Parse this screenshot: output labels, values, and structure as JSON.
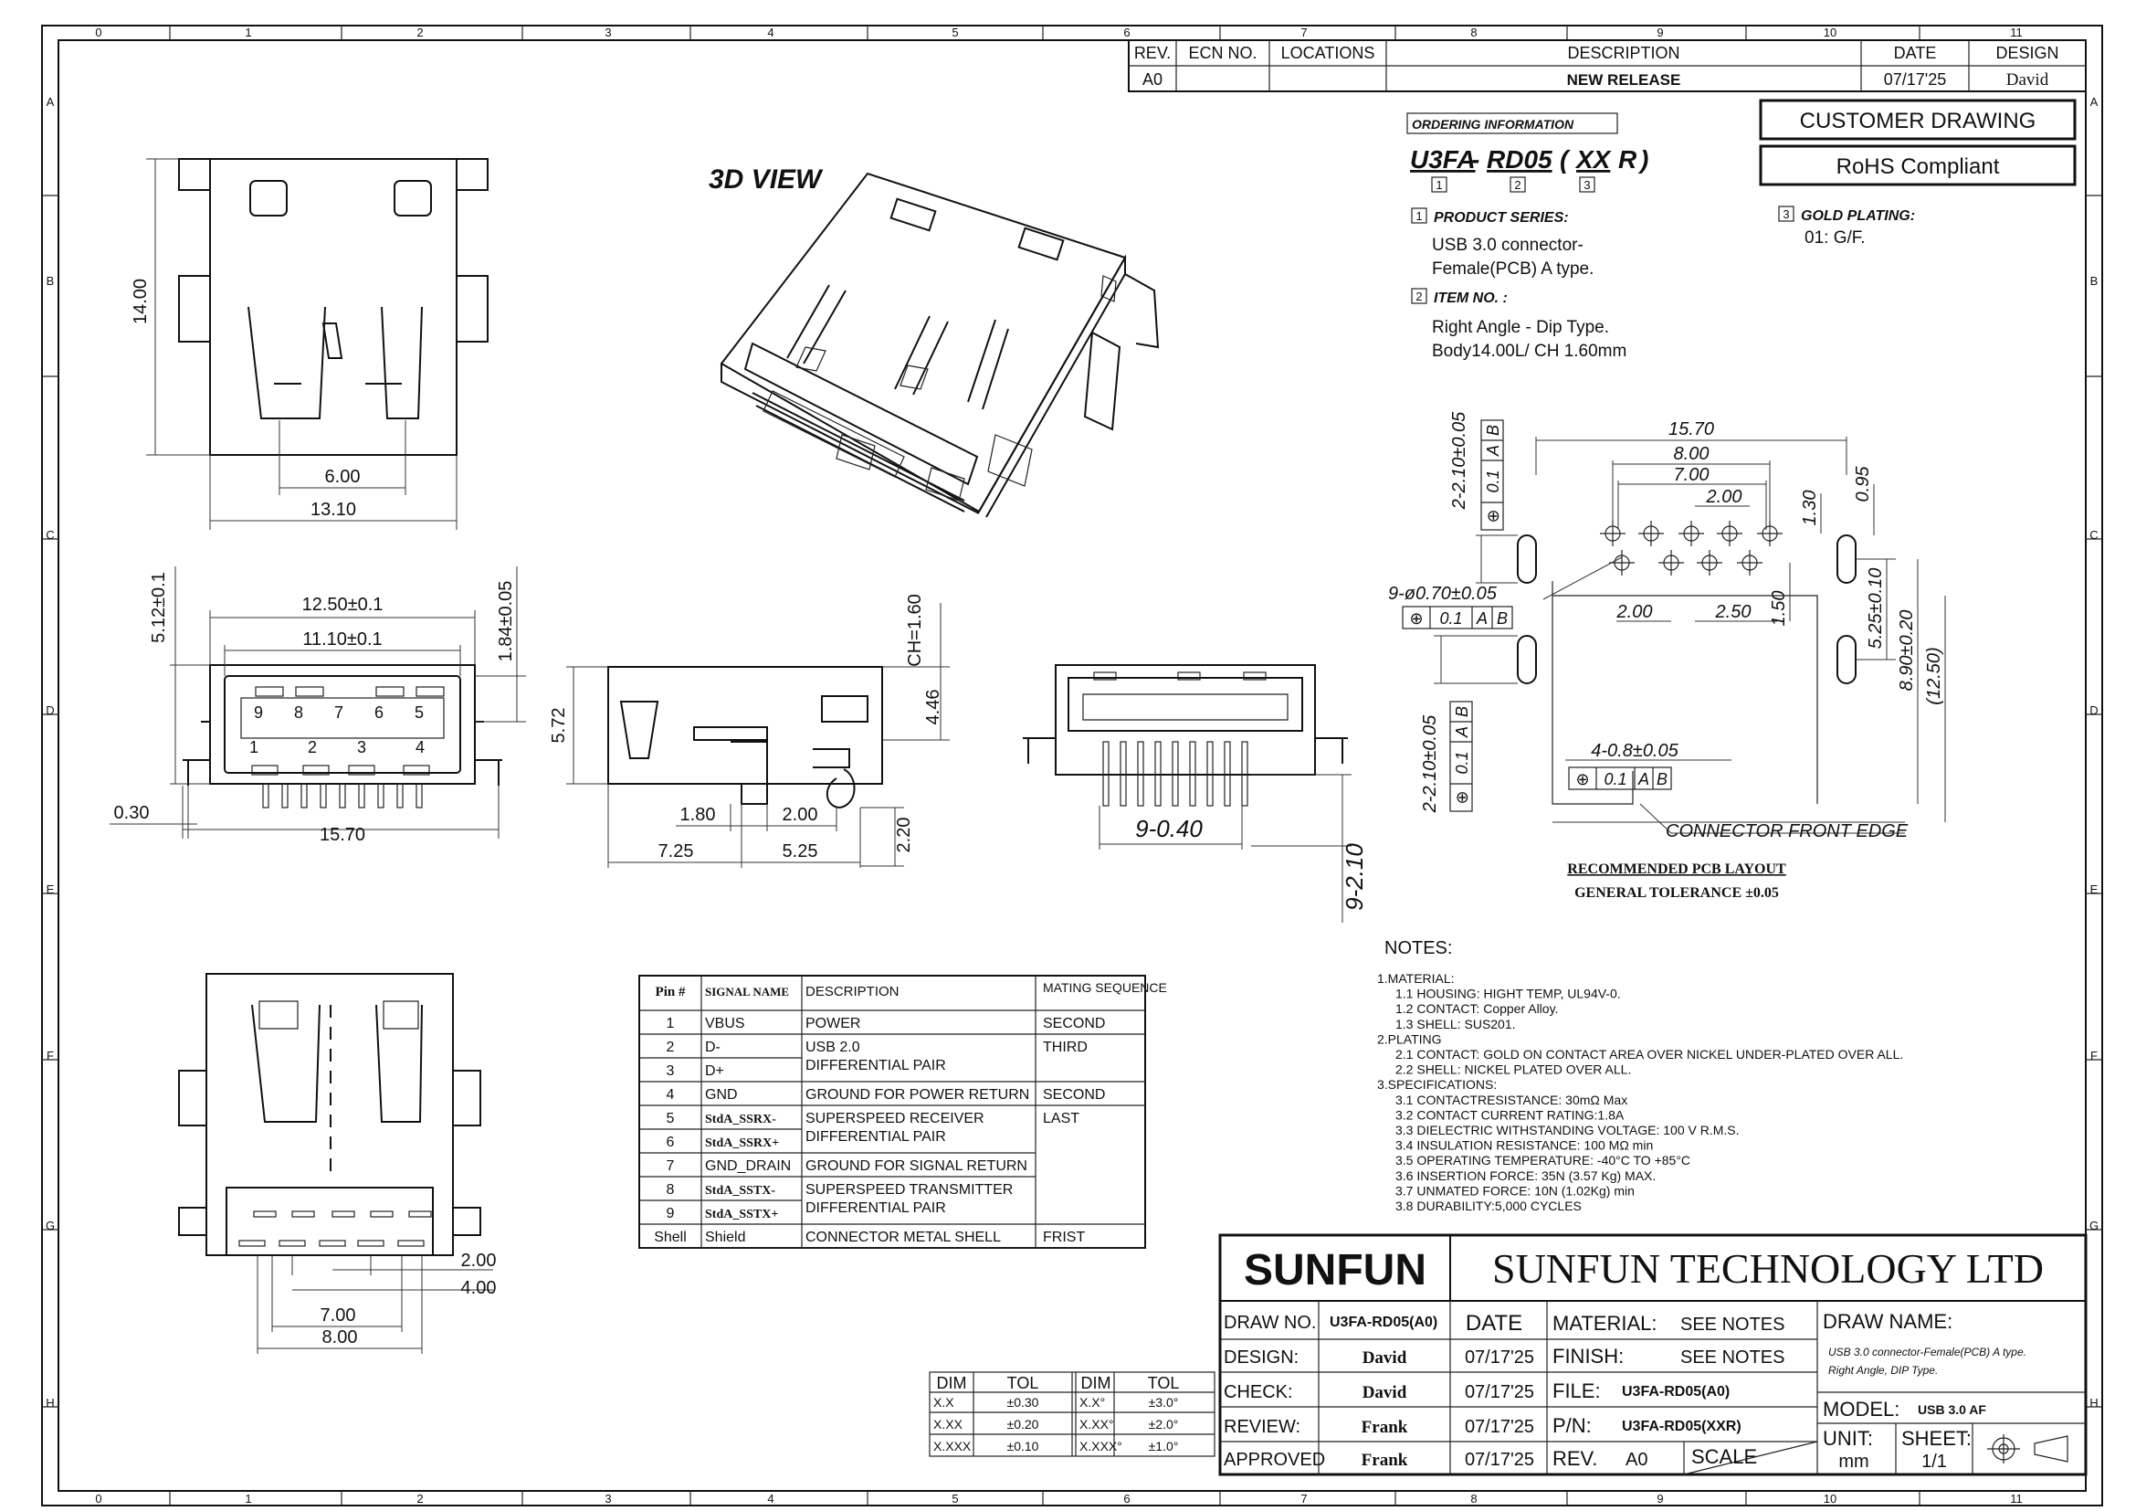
{
  "border": {
    "columns": [
      "0",
      "1",
      "2",
      "3",
      "4",
      "5",
      "6",
      "7",
      "8",
      "9",
      "10",
      "11"
    ],
    "rows": [
      "A",
      "B",
      "C",
      "D",
      "E",
      "F",
      "G",
      "H"
    ]
  },
  "revision_block": {
    "headers": [
      "REV.",
      "ECN NO.",
      "LOCATIONS",
      "DESCRIPTION",
      "DATE",
      "DESIGN"
    ],
    "row": {
      "rev": "A0",
      "ecn": "",
      "locations": "",
      "description": "NEW RELEASE",
      "date": "07/17'25",
      "design": "David"
    }
  },
  "ordering": {
    "heading": "ORDERING INFORMATION",
    "code_prefix": "U3FA",
    "code_dash": "-",
    "code_mid": "RD05",
    "code_open": "(",
    "code_xx": "XX",
    "code_r": "R",
    "code_close": ")",
    "markers": [
      "1",
      "2",
      "3"
    ],
    "product_series_title": "PRODUCT SERIES:",
    "product_series_lines": [
      "USB 3.0 connector-",
      "Female(PCB) A type."
    ],
    "item_no_title": "ITEM NO. :",
    "item_no_lines": [
      "Right Angle - Dip Type.",
      "Body14.00L/ CH 1.60mm"
    ],
    "gold_title": "GOLD PLATING:",
    "gold_value": "01: G/F."
  },
  "badges": {
    "customer": "CUSTOMER DRAWING",
    "rohs": "RoHS Compliant"
  },
  "view_3d_label": "3D VIEW",
  "top_view": {
    "dims": {
      "height": "14.00",
      "inner": "6.00",
      "width": "13.10"
    }
  },
  "front_view": {
    "dims": {
      "w1": "12.50±0.1",
      "w2": "11.10±0.1",
      "h_left": "5.12±0.1",
      "h_right": "1.84±0.05",
      "left_offset": "0.30",
      "total": "15.70"
    },
    "pin_top": [
      "9",
      "8",
      "7",
      "6",
      "5"
    ],
    "pin_bottom": [
      "1",
      "2",
      "3",
      "4"
    ]
  },
  "side_view": {
    "dims": {
      "height": "5.72",
      "ch": "CH=1.60",
      "inner_h": "4.46",
      "d1": "1.80",
      "d2": "2.00",
      "d3": "7.25",
      "d4": "5.25",
      "d5": "2.20"
    }
  },
  "rear_view": {
    "dims": {
      "pitch": "9-0.40",
      "pin_len": "9-2.10"
    }
  },
  "pcb_layout": {
    "dims": {
      "w_total": "15.70",
      "w_800": "8.00",
      "w_700": "7.00",
      "w_200": "2.00",
      "h_130": "1.30",
      "h_095": "0.95",
      "h_150": "1.50",
      "x_200": "2.00",
      "x_250": "2.50",
      "holes": "9-ø0.70±0.05",
      "tl_vert": "2-2.10±0.05",
      "bl_vert": "2-2.10±0.05",
      "r_525": "5.25±0.10",
      "r_890": "8.90±0.20",
      "r_1250": "(12.50)",
      "slots": "4-0.8±0.05"
    },
    "frames": {
      "cells": [
        "⊕",
        "0.1",
        "A",
        "B"
      ]
    },
    "front_edge": "CONNECTOR FRONT EDGE",
    "title": "RECOMMENDED PCB LAYOUT",
    "tolerance": "GENERAL TOLERANCE ±0.05"
  },
  "bottom_view": {
    "dims": {
      "a": "2.00",
      "b": "4.00",
      "c": "7.00",
      "d": "8.00"
    }
  },
  "pin_table": {
    "headers": [
      "Pin #",
      "SIGNAL NAME",
      "DESCRIPTION",
      "MATING SEQUENCE"
    ],
    "rows": [
      {
        "pin": "1",
        "signal": "VBUS",
        "desc": "POWER",
        "mating": "SECOND"
      },
      {
        "pin": "2",
        "signal": "D-",
        "desc": "USB 2.0",
        "mating": "THIRD"
      },
      {
        "pin": "3",
        "signal": "D+",
        "desc": "DIFFERENTIAL PAIR",
        "mating": ""
      },
      {
        "pin": "4",
        "signal": "GND",
        "desc": "GROUND FOR POWER RETURN",
        "mating": "SECOND"
      },
      {
        "pin": "5",
        "signal": "StdA_SSRX-",
        "desc": "SUPERSPEED RECEIVER",
        "mating": "LAST"
      },
      {
        "pin": "6",
        "signal": "StdA_SSRX+",
        "desc": "DIFFERENTIAL PAIR",
        "mating": ""
      },
      {
        "pin": "7",
        "signal": "GND_DRAIN",
        "desc": "GROUND FOR SIGNAL RETURN",
        "mating": ""
      },
      {
        "pin": "8",
        "signal": "StdA_SSTX-",
        "desc": "SUPERSPEED TRANSMITTER",
        "mating": ""
      },
      {
        "pin": "9",
        "signal": "StdA_SSTX+",
        "desc": "DIFFERENTIAL PAIR",
        "mating": ""
      },
      {
        "pin": "Shell",
        "signal": "Shield",
        "desc": "CONNECTOR METAL SHELL",
        "mating": "FRIST"
      }
    ]
  },
  "notes": {
    "title": "NOTES:",
    "lines": [
      "1.MATERIAL:",
      "1.1 HOUSING: HIGHT TEMP, UL94V-0.",
      "1.2 CONTACT: Copper Alloy.",
      "1.3 SHELL: SUS201.",
      "2.PLATING",
      "2.1 CONTACT: GOLD ON CONTACT AREA OVER NICKEL UNDER-PLATED OVER ALL.",
      "2.2 SHELL: NICKEL PLATED OVER ALL.",
      "3.SPECIFICATIONS:",
      "3.1 CONTACTRESISTANCE: 30mΩ Max",
      "3.2 CONTACT CURRENT RATING:1.8A",
      "3.3 DIELECTRIC WITHSTANDING VOLTAGE: 100 V R.M.S.",
      "3.4 INSULATION RESISTANCE: 100 MΩ min",
      "3.5 OPERATING TEMPERATURE: -40°C TO +85°C",
      "3.6 INSERTION FORCE: 35N (3.57 Kg) MAX.",
      "3.7 UNMATED FORCE: 10N (1.02Kg) min",
      "3.8 DURABILITY:5,000 CYCLES"
    ]
  },
  "tol_table": {
    "headers": [
      "DIM",
      "TOL",
      "DIM",
      "TOL"
    ],
    "rows": [
      [
        "X.X",
        "±0.30",
        "X.X°",
        "±3.0°"
      ],
      [
        "X.XX",
        "±0.20",
        "X.XX°",
        "±2.0°"
      ],
      [
        "X.XXX",
        "±0.10",
        "X.XXX°",
        "±1.0°"
      ]
    ]
  },
  "title_block": {
    "logo": "SUNFUN",
    "company": "SUNFUN TECHNOLOGY LTD",
    "draw_no_label": "DRAW NO.",
    "draw_no": "U3FA-RD05(A0)",
    "date_label": "DATE",
    "rows": [
      {
        "label": "DESIGN:",
        "name": "David",
        "date": "07/17'25"
      },
      {
        "label": "CHECK:",
        "name": "David",
        "date": "07/17'25"
      },
      {
        "label": "REVIEW:",
        "name": "Frank",
        "date": "07/17'25"
      },
      {
        "label": "APPROVED",
        "name": "Frank",
        "date": "07/17'25"
      }
    ],
    "material_label": "MATERIAL:",
    "material": "SEE NOTES",
    "finish_label": "FINISH:",
    "finish": "SEE NOTES",
    "file_label": "FILE:",
    "file": "U3FA-RD05(A0)",
    "pn_label": "P/N:",
    "pn": "U3FA-RD05(XXR)",
    "rev_label": "REV.",
    "rev": "A0",
    "scale_label": "SCALE",
    "draw_name_label": "DRAW NAME:",
    "draw_name_lines": [
      "USB 3.0 connector-Female(PCB) A type.",
      "Right Angle, DIP Type."
    ],
    "model_label": "MODEL:",
    "model": "USB 3.0 AF",
    "unit_label": "UNIT:",
    "unit": "mm",
    "sheet_label": "SHEET:",
    "sheet": "1/1"
  }
}
